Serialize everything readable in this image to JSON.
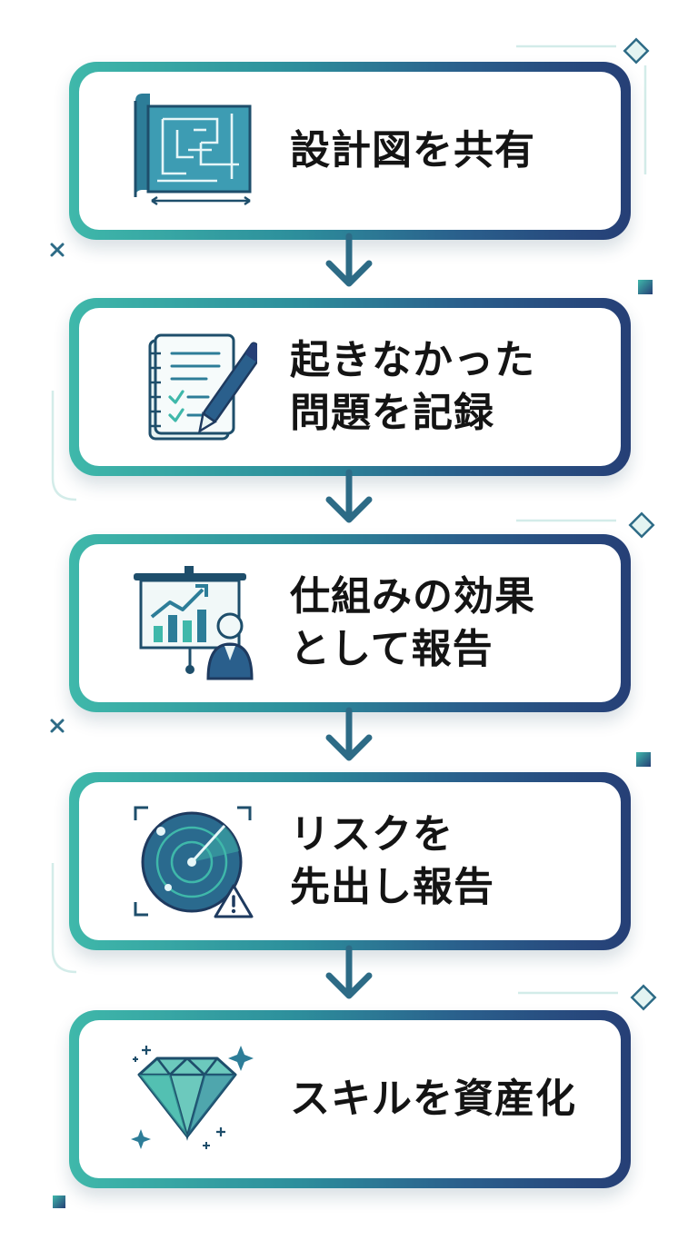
{
  "steps": [
    {
      "label_lines": [
        "設計図を共有"
      ],
      "icon": "blueprint-icon"
    },
    {
      "label_lines": [
        "起きなかった",
        "問題を記録"
      ],
      "icon": "notebook-pen-icon"
    },
    {
      "label_lines": [
        "仕組みの効果",
        "として報告"
      ],
      "icon": "presentation-chart-icon"
    },
    {
      "label_lines": [
        "リスクを",
        "先出し報告"
      ],
      "icon": "radar-warning-icon"
    },
    {
      "label_lines": [
        "スキルを資産化"
      ],
      "icon": "diamond-icon"
    }
  ],
  "colors": {
    "teal": "#3fb8aa",
    "navy": "#263f76",
    "arrow": "#2d6b86",
    "text": "#141414"
  }
}
